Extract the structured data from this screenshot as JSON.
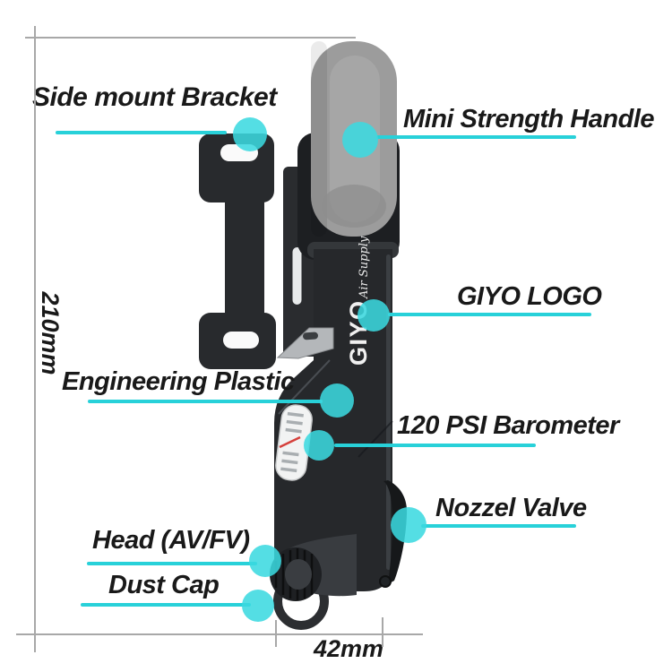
{
  "figure": {
    "dimension_height": "210mm",
    "dimension_width": "42mm"
  },
  "product": {
    "brand_vertical_text": "GIYO",
    "brand_script_text": "Air Supply"
  },
  "callouts": [
    {
      "label": "Side mount Bracket"
    },
    {
      "label": "Mini Strength Handle"
    },
    {
      "label": "GIYO LOGO"
    },
    {
      "label": "Engineering Plastic"
    },
    {
      "label": "120 PSI Barometer"
    },
    {
      "label": "Nozzel Valve"
    },
    {
      "label": "Head (AV/FV)"
    },
    {
      "label": "Dust Cap"
    }
  ],
  "colors": {
    "accent_line": "#28d1d9",
    "callout_dot": "#3bd9e0",
    "label_text": "#191919",
    "dimension_line": "#a8a8a8",
    "pump_body": "#26282b",
    "handle_gray": "#9c9c9c"
  }
}
